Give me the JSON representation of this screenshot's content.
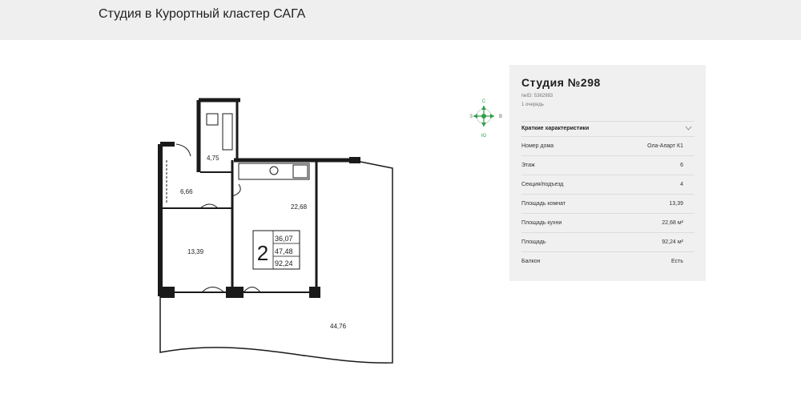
{
  "header": {
    "title": "Студия в Курортный кластер САГА"
  },
  "plan": {
    "rooms": {
      "bath": "4,75",
      "hall": "6,66",
      "bedroom": "13,39",
      "kitchen": "22,68",
      "terrace": "44,76"
    },
    "badge": {
      "rooms": "2",
      "living": "36,07",
      "total_no_terrace": "47,48",
      "total": "92,24"
    }
  },
  "compass": {
    "north": "С",
    "south": "Ю",
    "west": "З",
    "east": "В"
  },
  "card": {
    "title": "Студия №298",
    "id": "№ID: 5362983",
    "queue": "1 очередь",
    "section_label": "Краткие характеристики",
    "rows": [
      {
        "label": "Номер дома",
        "value": "Ола-Апарт К1"
      },
      {
        "label": "Этаж",
        "value": "6"
      },
      {
        "label": "Секция/подъезд",
        "value": "4"
      },
      {
        "label": "Площадь комнат",
        "value": "13,39"
      },
      {
        "label": "Площадь кухни",
        "value": "22,68 м²"
      },
      {
        "label": "Площадь",
        "value": "92,24 м²"
      },
      {
        "label": "Балкон",
        "value": "Есть"
      }
    ]
  },
  "colors": {
    "header_bg": "#efefef",
    "card_bg": "#f0f0f0",
    "compass_green": "#2e9e4a"
  }
}
